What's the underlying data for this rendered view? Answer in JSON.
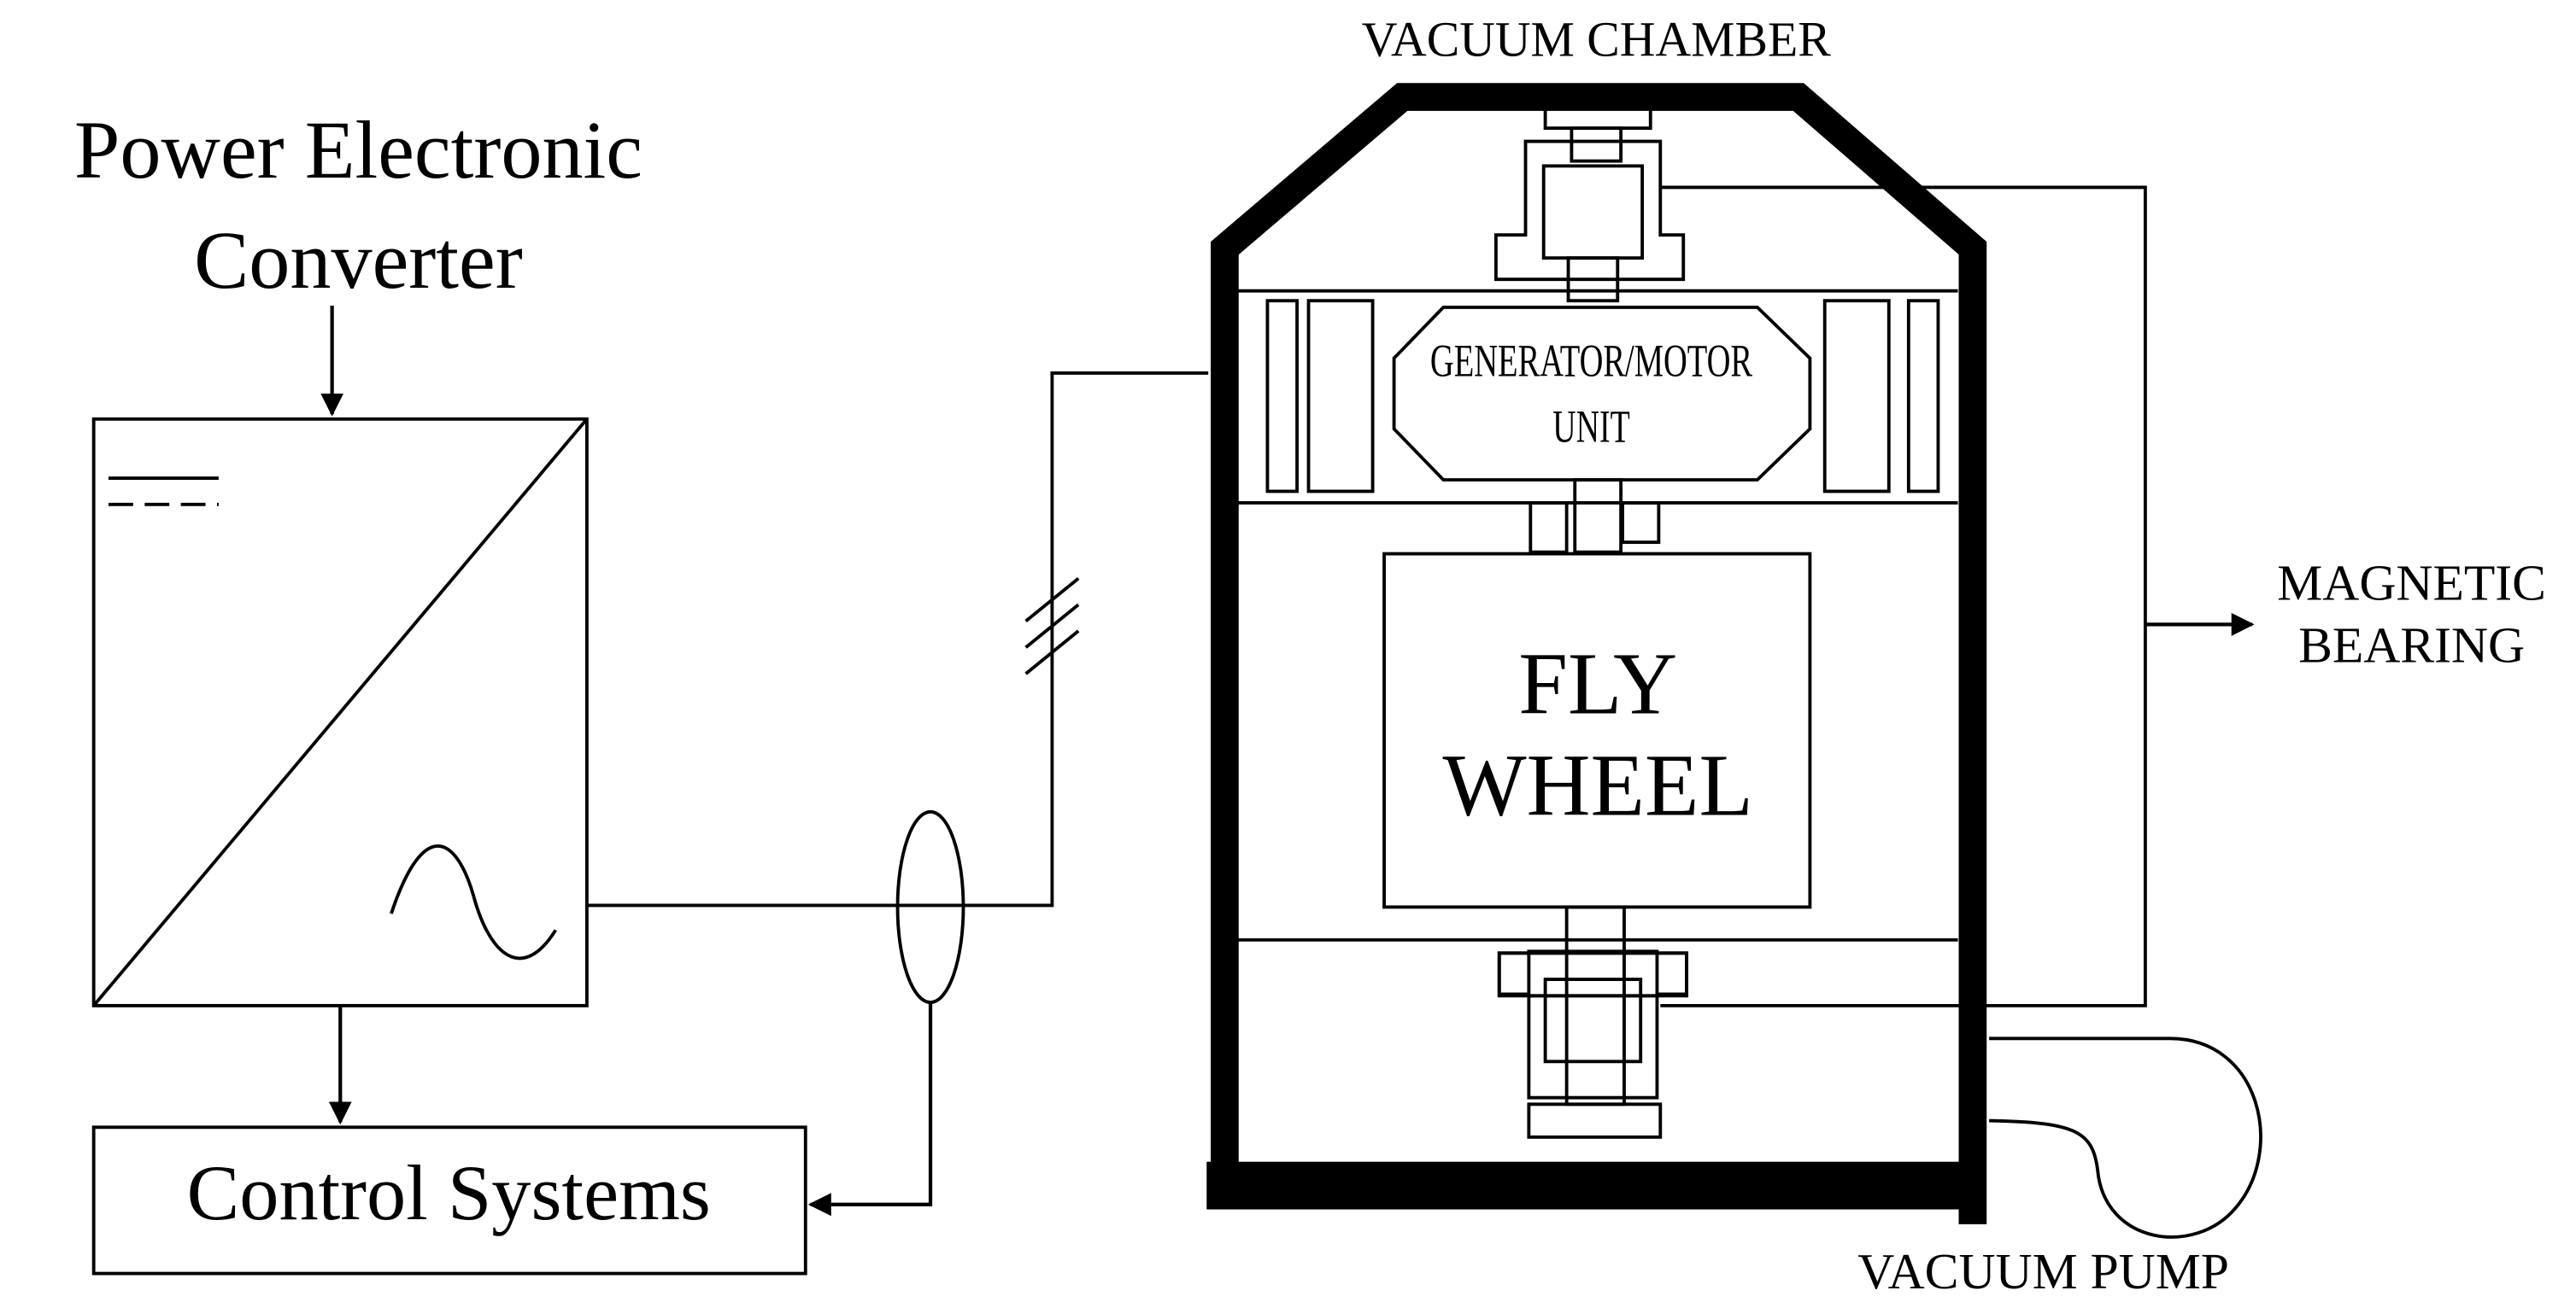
{
  "labels": {
    "converter_line1": "Power Electronic",
    "converter_line2": "Converter",
    "control_systems": "Control Systems",
    "vacuum_chamber": "VACUUM CHAMBER",
    "generator_line1": "GENERATOR/MOTOR",
    "generator_line2": "UNIT",
    "flywheel_line1": "FLY",
    "flywheel_line2": "WHEEL",
    "magnetic_line1": "MAGNETIC",
    "magnetic_line2": "BEARING",
    "vacuum_pump": "VACUUM PUMP"
  },
  "colors": {
    "ink": "#000000",
    "background": "#ffffff"
  },
  "icons": [
    "dc-symbol-icon",
    "ac-sine-icon",
    "three-phase-mark-icon",
    "current-sensor-icon",
    "arrow-icon"
  ]
}
